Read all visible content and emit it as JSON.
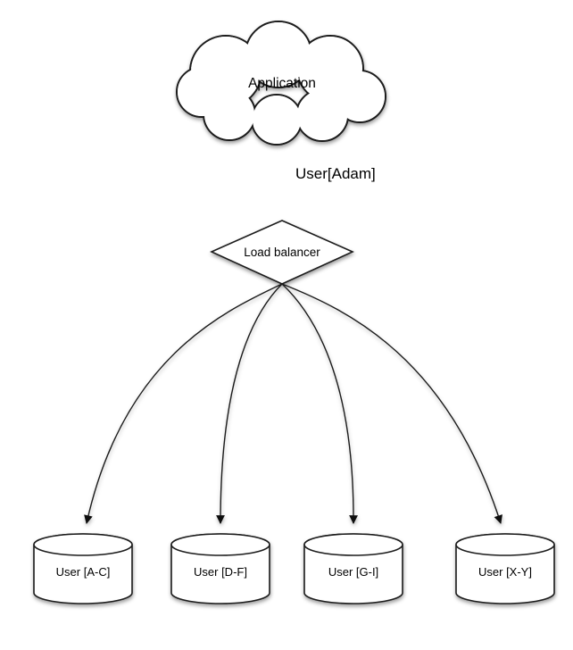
{
  "colors": {
    "stroke": "#1a1a1a",
    "fill": "#ffffff",
    "background": "#ffffff",
    "text": "#000000"
  },
  "nodes": {
    "application": {
      "label": "Application",
      "shape": "cloud"
    },
    "load_balancer": {
      "label": "Load balancer",
      "shape": "diamond"
    }
  },
  "edges": {
    "app_to_lb": {
      "label": "User[Adam]"
    }
  },
  "shards": [
    {
      "label": "User [A-C]",
      "shape": "database-cylinder"
    },
    {
      "label": "User [D-F]",
      "shape": "database-cylinder"
    },
    {
      "label": "User [G-I]",
      "shape": "database-cylinder"
    },
    {
      "label": "User [X-Y]",
      "shape": "database-cylinder"
    }
  ]
}
